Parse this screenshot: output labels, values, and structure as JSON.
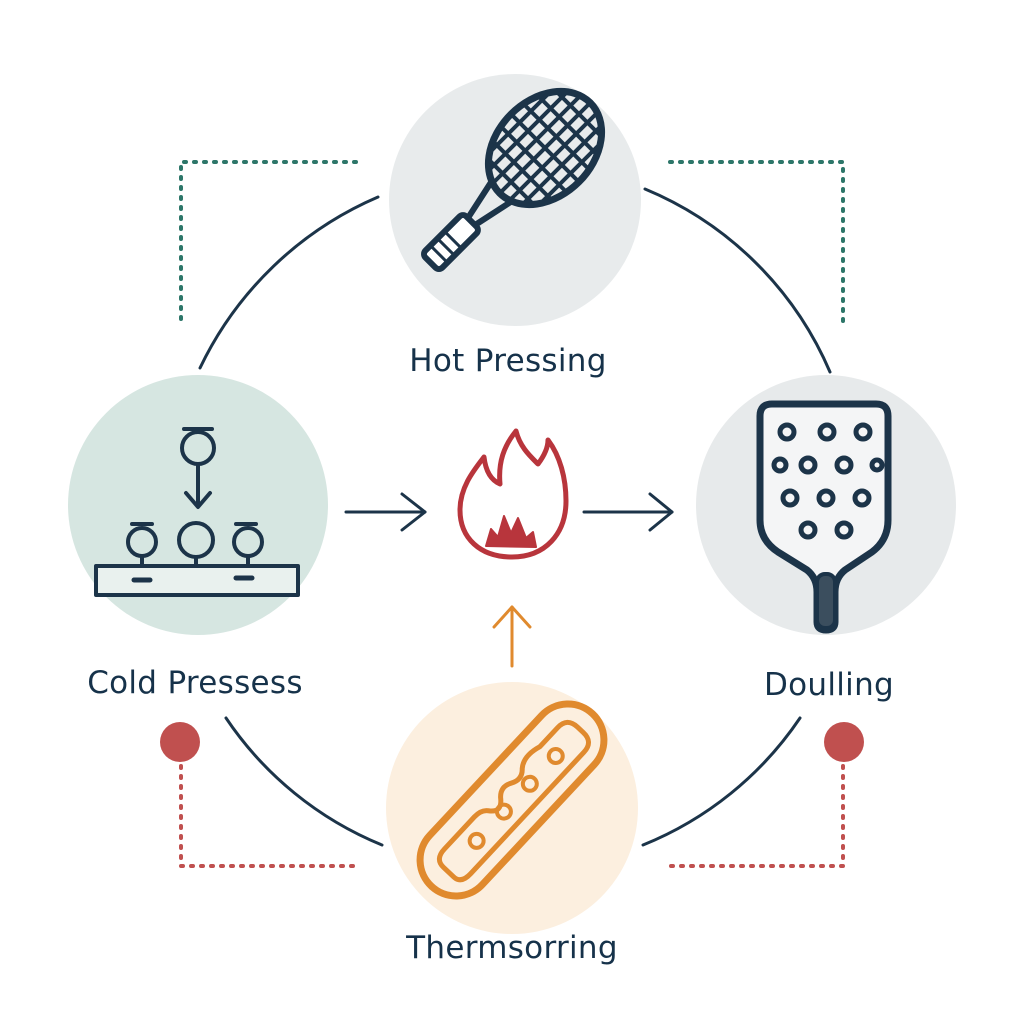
{
  "nodes": {
    "hot_pressing": {
      "label": "Hot Pressing",
      "icon": "tennis-racket-icon",
      "bg_color": "#e8ebec"
    },
    "cold_presses": {
      "label": "Cold Pressess",
      "icon": "press-assembly-icon",
      "bg_color": "#d6e6e1"
    },
    "doulling": {
      "label": "Doulling",
      "icon": "perforated-paddle-icon",
      "bg_color": "#e7eaeb"
    },
    "thermsorring": {
      "label": "Thermsorring",
      "icon": "capsule-strip-icon",
      "bg_color": "#fcefdf"
    }
  },
  "center": {
    "icon": "flame-icon",
    "color": "#b8353c"
  },
  "colors": {
    "ring": "#1c3449",
    "ink": "#16324a",
    "teal_dots": "#2d7669",
    "red_dots": "#c0504f",
    "orange": "#e08a2e",
    "flame": "#b8353c"
  }
}
